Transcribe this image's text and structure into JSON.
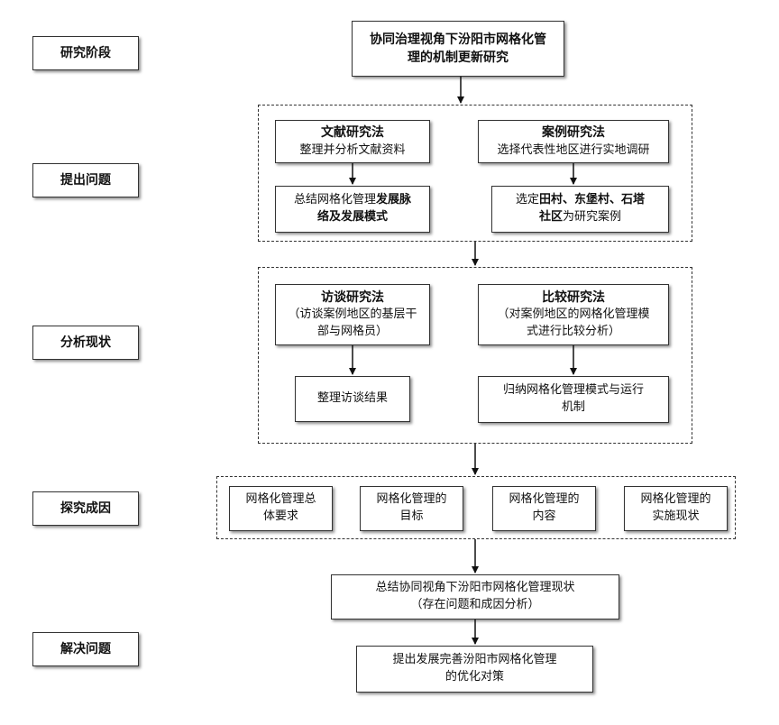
{
  "stages": [
    "研究阶段",
    "提出问题",
    "分析现状",
    "探究成因",
    "解决问题"
  ],
  "title": {
    "line1": "协同治理视角下汾阳市网格化管",
    "line2": "理的机制更新研究"
  },
  "section1": {
    "left": {
      "title": "文献研究法",
      "subtitle": "整理并分析文献资料",
      "result": {
        "pre": "总结网格化管理",
        "bold1": "发展脉",
        "bold2": "络及发展模式"
      }
    },
    "right": {
      "title": "案例研究法",
      "subtitle": "选择代表性地区进行实地调研",
      "result": {
        "pre": "选定",
        "bold1": "田村、东堡村、石塔",
        "bold2": "社区",
        "post": "为研究案例"
      }
    }
  },
  "section2": {
    "left": {
      "title": "访谈研究法",
      "sub1": "（访谈案例地区的基层干",
      "sub2": "部与网格员）",
      "result": "整理访谈结果"
    },
    "right": {
      "title": "比较研究法",
      "sub1": "（对案例地区的网格化管理模",
      "sub2": "式进行比较分析）",
      "result1": "归纳网格化管理模式与运行",
      "result2": "机制"
    }
  },
  "section3": [
    {
      "line1": "网格化管理总",
      "line2": "体要求"
    },
    {
      "line1": "网格化管理的",
      "line2": "目标"
    },
    {
      "line1": "网格化管理的",
      "line2": "内容"
    },
    {
      "line1": "网格化管理的",
      "line2": "实施现状"
    }
  ],
  "summary": {
    "line1": "总结协同视角下汾阳市网格化管理现状",
    "line2": "（存在问题和成因分析）"
  },
  "solution": {
    "line1": "提出发展完善汾阳市网格化管理",
    "line2": "的优化对策"
  }
}
